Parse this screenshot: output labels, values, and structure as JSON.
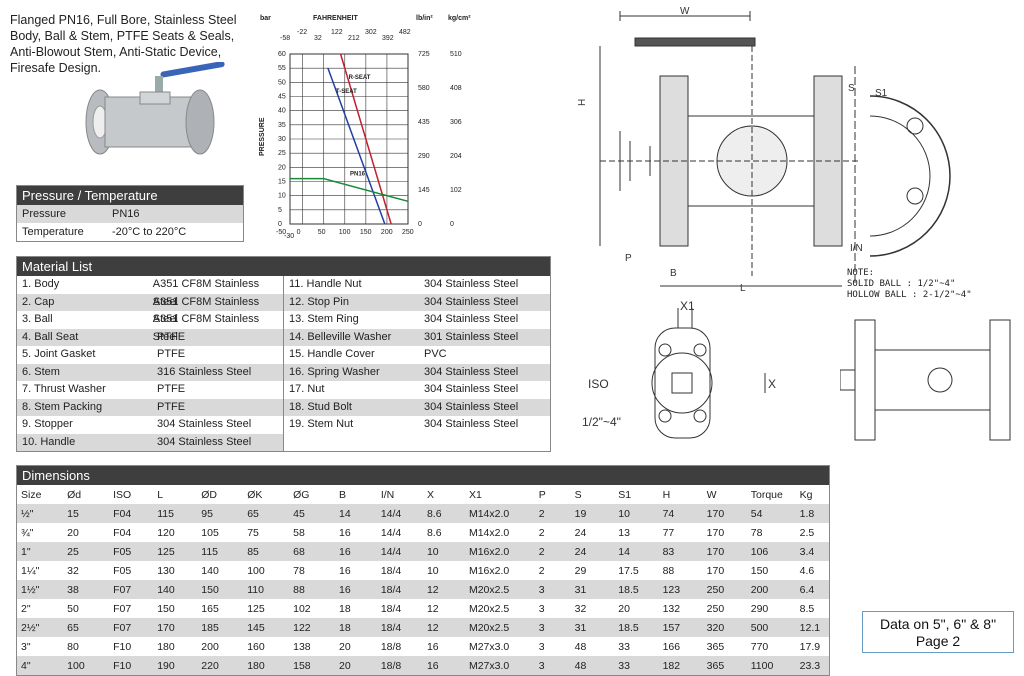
{
  "intro": "Flanged PN16, Full Bore, Stainless Steel\nBody, Ball & Stem, PTFE Seats & Seals,\nAnti-Blowout Stem, Anti-Static Device,\nFiresafe Design.",
  "pt_table": {
    "title": "Pressure / Temperature",
    "rows": [
      {
        "label": "Pressure",
        "value": "PN16"
      },
      {
        "label": "Temperature",
        "value": "-20°C to 220°C"
      }
    ]
  },
  "material": {
    "title": "Material List",
    "left": [
      {
        "part": "1. Body",
        "mat": "A351 CF8M Stainless Steel"
      },
      {
        "part": "2. Cap",
        "mat": "A351 CF8M Stainless Steel"
      },
      {
        "part": "3. Ball",
        "mat": "A351 CF8M Stainless Steel"
      },
      {
        "part": "4. Ball Seat",
        "mat": "PTFE"
      },
      {
        "part": "5. Joint Gasket",
        "mat": "PTFE"
      },
      {
        "part": "6. Stem",
        "mat": "316 Stainless Steel"
      },
      {
        "part": "7. Thrust Washer",
        "mat": "PTFE"
      },
      {
        "part": "8. Stem Packing",
        "mat": "PTFE"
      },
      {
        "part": "9. Stopper",
        "mat": "304 Stainless Steel"
      },
      {
        "part": "10. Handle",
        "mat": "304 Stainless Steel"
      }
    ],
    "right": [
      {
        "part": "11. Handle Nut",
        "mat": "304 Stainless Steel"
      },
      {
        "part": "12. Stop Pin",
        "mat": "304 Stainless Steel"
      },
      {
        "part": "13. Stem Ring",
        "mat": "304 Stainless Steel"
      },
      {
        "part": "14. Belleville Washer",
        "mat": "301 Stainless Steel"
      },
      {
        "part": "15. Handle Cover",
        "mat": "PVC"
      },
      {
        "part": "16. Spring Washer",
        "mat": "304 Stainless Steel"
      },
      {
        "part": "17. Nut",
        "mat": "304 Stainless Steel"
      },
      {
        "part": "18. Stud Bolt",
        "mat": "304 Stainless Steel"
      },
      {
        "part": "19. Stem Nut",
        "mat": "304 Stainless Steel"
      }
    ]
  },
  "dimensions": {
    "title": "Dimensions",
    "headers": [
      "Size",
      "Ød",
      "ISO",
      "L",
      "ØD",
      "ØK",
      "ØG",
      "B",
      "I/N",
      "X",
      "X1",
      "P",
      "S",
      "S1",
      "H",
      "W",
      "Torque",
      "Kg"
    ],
    "rows": [
      [
        "½\"",
        "15",
        "F04",
        "115",
        "95",
        "65",
        "45",
        "14",
        "14/4",
        "8.6",
        "M14x2.0",
        "2",
        "19",
        "10",
        "74",
        "170",
        "54",
        "1.8"
      ],
      [
        "¾\"",
        "20",
        "F04",
        "120",
        "105",
        "75",
        "58",
        "16",
        "14/4",
        "8.6",
        "M14x2.0",
        "2",
        "24",
        "13",
        "77",
        "170",
        "78",
        "2.5"
      ],
      [
        "1\"",
        "25",
        "F05",
        "125",
        "115",
        "85",
        "68",
        "16",
        "14/4",
        "10",
        "M16x2.0",
        "2",
        "24",
        "14",
        "83",
        "170",
        "106",
        "3.4"
      ],
      [
        "1¼\"",
        "32",
        "F05",
        "130",
        "140",
        "100",
        "78",
        "16",
        "18/4",
        "10",
        "M16x2.0",
        "2",
        "29",
        "17.5",
        "88",
        "170",
        "150",
        "4.6"
      ],
      [
        "1½\"",
        "38",
        "F07",
        "140",
        "150",
        "110",
        "88",
        "16",
        "18/4",
        "12",
        "M20x2.5",
        "3",
        "31",
        "18.5",
        "123",
        "250",
        "200",
        "6.4"
      ],
      [
        "2\"",
        "50",
        "F07",
        "150",
        "165",
        "125",
        "102",
        "18",
        "18/4",
        "12",
        "M20x2.5",
        "3",
        "32",
        "20",
        "132",
        "250",
        "290",
        "8.5"
      ],
      [
        "2½\"",
        "65",
        "F07",
        "170",
        "185",
        "145",
        "122",
        "18",
        "18/4",
        "12",
        "M20x2.5",
        "3",
        "31",
        "18.5",
        "157",
        "320",
        "500",
        "12.1"
      ],
      [
        "3\"",
        "80",
        "F10",
        "180",
        "200",
        "160",
        "138",
        "20",
        "18/8",
        "16",
        "M27x3.0",
        "3",
        "48",
        "33",
        "166",
        "365",
        "770",
        "17.9"
      ],
      [
        "4\"",
        "100",
        "F10",
        "190",
        "220",
        "180",
        "158",
        "20",
        "18/8",
        "16",
        "M27x3.0",
        "3",
        "48",
        "33",
        "182",
        "365",
        "1100",
        "23.3"
      ]
    ]
  },
  "note_box": {
    "line1": "Data on 5\", 6\" & 8\"",
    "line2": "Page 2"
  },
  "drawing_note": "NOTE:\nSOLID BALL : 1/2\"~4\"\nHOLLOW BALL : 2-1/2\"~4\"",
  "chart_data": {
    "type": "line",
    "ylabel": "PRESSURE",
    "xlabel": "CELSIUS",
    "top_axis_label": "FAHRENHEIT",
    "right_units": [
      "lb/in²",
      "kg/cm²"
    ],
    "left_units": "bar",
    "x_ticks_celsius": [
      -50,
      -30,
      0,
      50,
      100,
      150,
      200,
      250
    ],
    "x_ticks_fahrenheit": [
      -58,
      -22,
      32,
      122,
      212,
      302,
      392,
      482
    ],
    "y_ticks_bar": [
      -50,
      0,
      5,
      10,
      15,
      20,
      25,
      30,
      35,
      40,
      45,
      50,
      55,
      60
    ],
    "y_ticks_lbin2": [
      0,
      145,
      290,
      435,
      580,
      725
    ],
    "y_ticks_kgcm2": [
      0,
      102,
      204,
      306,
      408,
      510
    ],
    "xlim": [
      -30,
      250
    ],
    "ylim": [
      0,
      60
    ],
    "grid": true,
    "series": [
      {
        "name": "R-SEAT",
        "x": [
          90,
          210
        ],
        "y": [
          60,
          0
        ]
      },
      {
        "name": "T-SEAT",
        "x": [
          60,
          195
        ],
        "y": [
          55,
          0
        ]
      },
      {
        "name": "PN16",
        "x": [
          -30,
          50,
          250
        ],
        "y": [
          16,
          16,
          8
        ]
      }
    ]
  }
}
